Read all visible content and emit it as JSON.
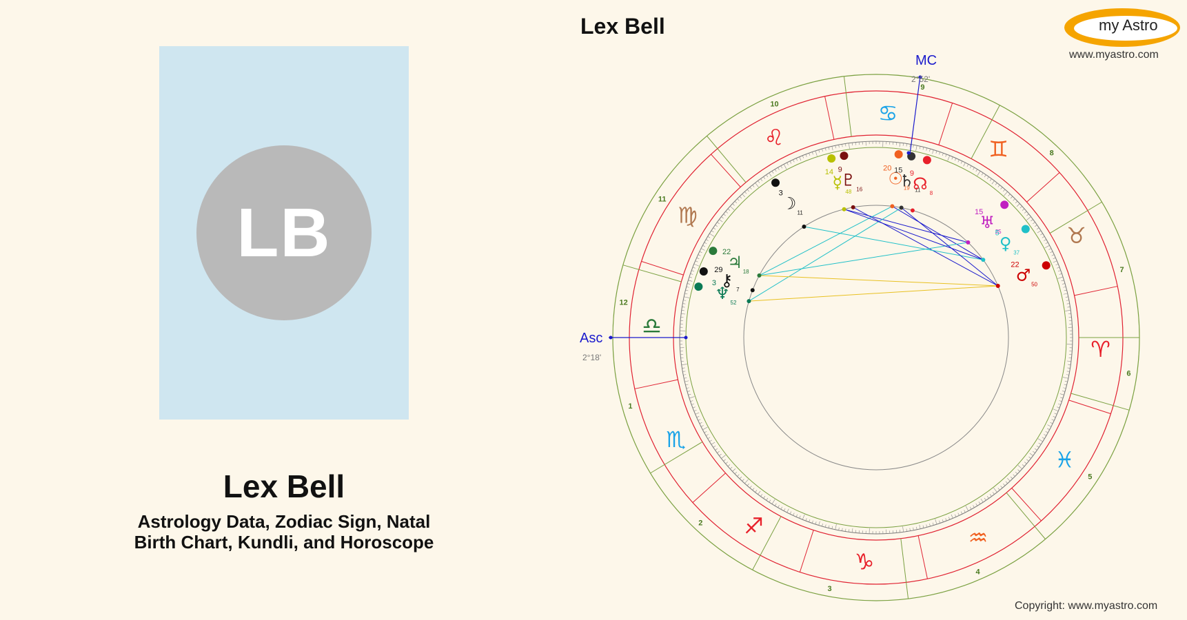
{
  "profile": {
    "initials": "LB",
    "name": "Lex Bell",
    "subtitle_line1": "Astrology Data, Zodiac Sign, Natal",
    "subtitle_line2": "Birth Chart, Kundli, and Horoscope"
  },
  "chart": {
    "title": "Lex Bell",
    "asc_label": "Asc",
    "asc_degree": "2°18'",
    "mc_label": "MC",
    "mc_degree": "2°52'"
  },
  "branding": {
    "logo_text": "my Astro",
    "url": "www.myastro.com",
    "copyright": "Copyright: www.myastro.com",
    "logo_color": "#f5a400"
  },
  "houses": [
    "1",
    "2",
    "3",
    "4",
    "5",
    "6",
    "7",
    "8",
    "9",
    "10",
    "11",
    "12"
  ],
  "signs": [
    {
      "glyph": "♏",
      "color": "#1aa3e8"
    },
    {
      "glyph": "♐",
      "color": "#e8202a"
    },
    {
      "glyph": "♑",
      "color": "#e8202a"
    },
    {
      "glyph": "♒",
      "color": "#f06020"
    },
    {
      "glyph": "♓",
      "color": "#1aa3e8"
    },
    {
      "glyph": "♈",
      "color": "#e8202a"
    },
    {
      "glyph": "♉",
      "color": "#b07850"
    },
    {
      "glyph": "♊",
      "color": "#f06020"
    },
    {
      "glyph": "♋",
      "color": "#1aa3e8"
    },
    {
      "glyph": "♌",
      "color": "#e8202a"
    },
    {
      "glyph": "♍",
      "color": "#b07850"
    },
    {
      "glyph": "♎",
      "color": "#2a7a3a"
    }
  ],
  "planets": [
    {
      "name": "Mercury",
      "glyph": "☿",
      "deg": "14",
      "min": "48",
      "color": "#b8c000"
    },
    {
      "name": "Pluto",
      "glyph": "♇",
      "deg": "9",
      "min": "16",
      "color": "#7a1010"
    },
    {
      "name": "Sun",
      "glyph": "☉",
      "deg": "20",
      "min": "19",
      "color": "#f06020"
    },
    {
      "name": "Saturn",
      "glyph": "♄",
      "deg": "15",
      "min": "11",
      "color": "#333333"
    },
    {
      "name": "Node",
      "glyph": "☊",
      "deg": "9",
      "min": "8",
      "color": "#e8202a"
    },
    {
      "name": "Moon",
      "glyph": "☽",
      "deg": "3",
      "min": "11",
      "color": "#111111"
    },
    {
      "name": "Jupiter",
      "glyph": "♃",
      "deg": "22",
      "min": "18",
      "color": "#2a7a3a"
    },
    {
      "name": "Chiron",
      "glyph": "⚷",
      "deg": "29",
      "min": "7",
      "color": "#111111"
    },
    {
      "name": "Neptune",
      "glyph": "♆",
      "deg": "3",
      "min": "52",
      "color": "#0b7a55"
    },
    {
      "name": "Uranus",
      "glyph": "♅",
      "deg": "15",
      "min": "25",
      "color": "#c020c0"
    },
    {
      "name": "Venus",
      "glyph": "♀",
      "deg": "5",
      "min": "37",
      "color": "#20c0c8"
    },
    {
      "name": "Mars",
      "glyph": "♂",
      "deg": "22",
      "min": "50",
      "color": "#cc0000"
    }
  ]
}
